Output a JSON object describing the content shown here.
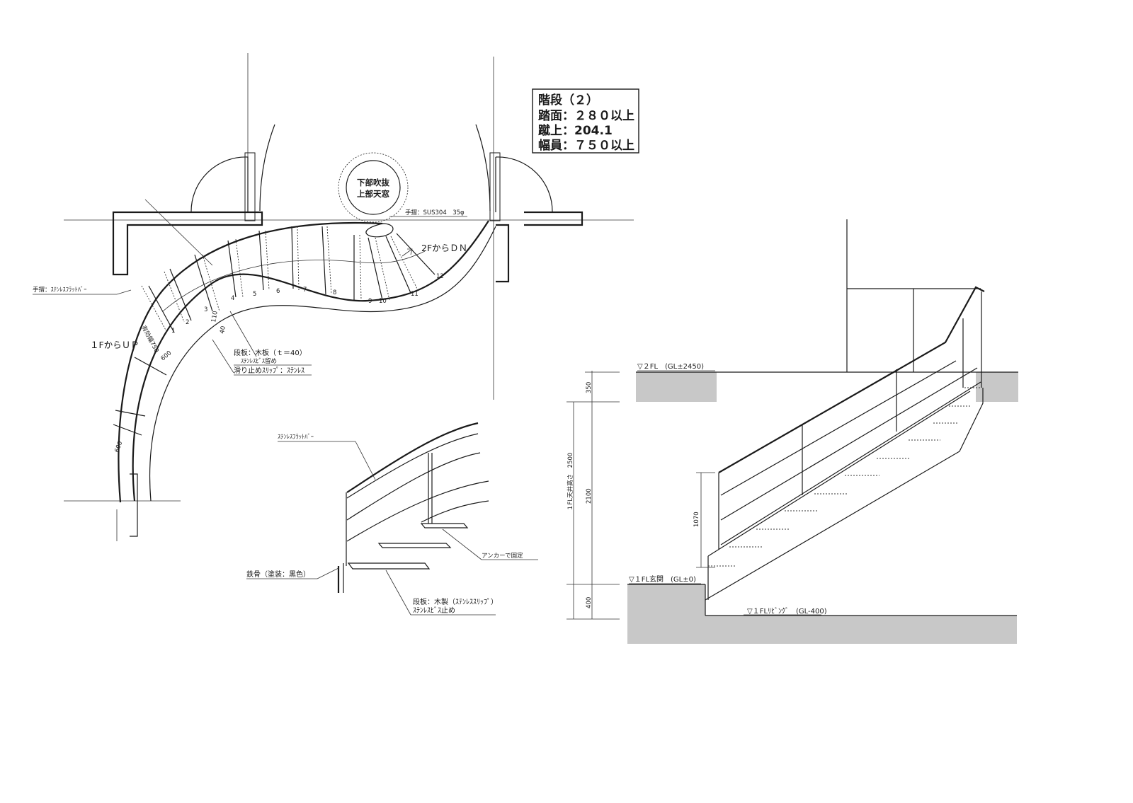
{
  "spec": {
    "title": "階段（２）",
    "tread": "踏面：２８０以上",
    "riser": "蹴上：204.1",
    "width": "幅員：７５０以上"
  },
  "plan": {
    "void_label_1": "下部吹抜",
    "void_label_2": "上部天窓",
    "handrail_sus": "手摺：SUS304　35φ",
    "down_label": "2FからＤＮ",
    "up_label": "１FからＵＰ",
    "handrail_flat": "手摺：ｽﾃﾝﾚｽﾌﾗｯﾄﾊﾞｰ",
    "tread_spec": "段板：木板（ｔ＝40）",
    "tread_screw": "ｽﾃﾝﾚｽﾋﾞｽ留め",
    "nonslip": "滑り止めｽﾘｯﾌﾟ：ｽﾃﾝﾚｽ",
    "effective_width": "有効幅750",
    "dim_600a": "600",
    "dim_600b": "600",
    "dim_110": "110",
    "dim_40": "40",
    "step_numbers": [
      "1",
      "2",
      "3",
      "4",
      "5",
      "6",
      "7",
      "8",
      "9",
      "10",
      "11",
      "12"
    ]
  },
  "detail": {
    "flatbar": "ｽﾃﾝﾚｽﾌﾗｯﾄﾊﾞｰ",
    "anchor": "アンカーで固定",
    "steel": "鉄骨（塗装：黒色）",
    "tread": "段板：木製（ｽﾃﾝﾚｽｽﾘｯﾌﾟ）",
    "screw": "ｽﾃﾝﾚｽﾋﾞｽ止め"
  },
  "section": {
    "level_2fl": "▽２FL　(GL±2450)",
    "level_1fl_entrance": "▽１FL玄関　(GL±0)",
    "level_1fl_living": "▽１FLﾘﾋﾞﾝｸﾞ　(GL-400)",
    "dim_350": "350",
    "dim_2100": "2100",
    "dim_400": "400",
    "dim_1070": "1070",
    "ceiling_height": "１FL天井高さ　2500"
  }
}
